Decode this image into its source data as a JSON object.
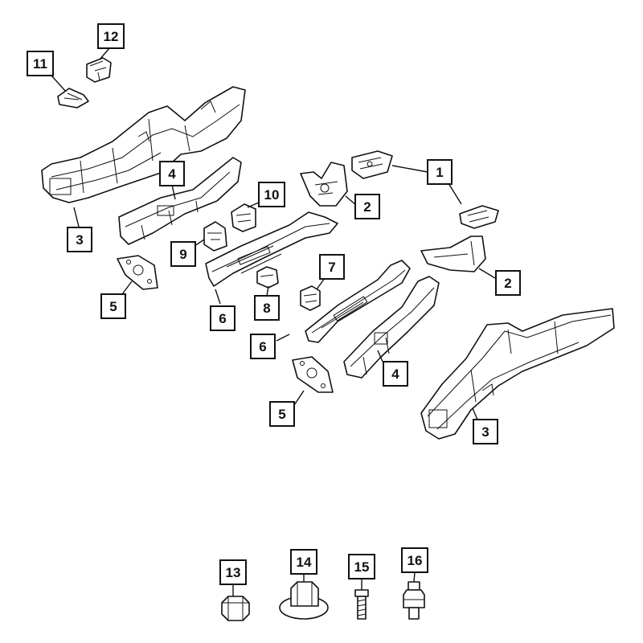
{
  "callouts": [
    {
      "id": "c1",
      "label": "1"
    },
    {
      "id": "c2a",
      "label": "2"
    },
    {
      "id": "c2b",
      "label": "2"
    },
    {
      "id": "c3a",
      "label": "3"
    },
    {
      "id": "c3b",
      "label": "3"
    },
    {
      "id": "c4a",
      "label": "4"
    },
    {
      "id": "c4b",
      "label": "4"
    },
    {
      "id": "c5a",
      "label": "5"
    },
    {
      "id": "c5b",
      "label": "5"
    },
    {
      "id": "c6a",
      "label": "6"
    },
    {
      "id": "c6b",
      "label": "6"
    },
    {
      "id": "c7",
      "label": "7"
    },
    {
      "id": "c8",
      "label": "8"
    },
    {
      "id": "c9",
      "label": "9"
    },
    {
      "id": "c10",
      "label": "10"
    },
    {
      "id": "c11",
      "label": "11"
    },
    {
      "id": "c12",
      "label": "12"
    },
    {
      "id": "c13",
      "label": "13"
    },
    {
      "id": "c14",
      "label": "14"
    },
    {
      "id": "c15",
      "label": "15"
    },
    {
      "id": "c16",
      "label": "16"
    }
  ]
}
